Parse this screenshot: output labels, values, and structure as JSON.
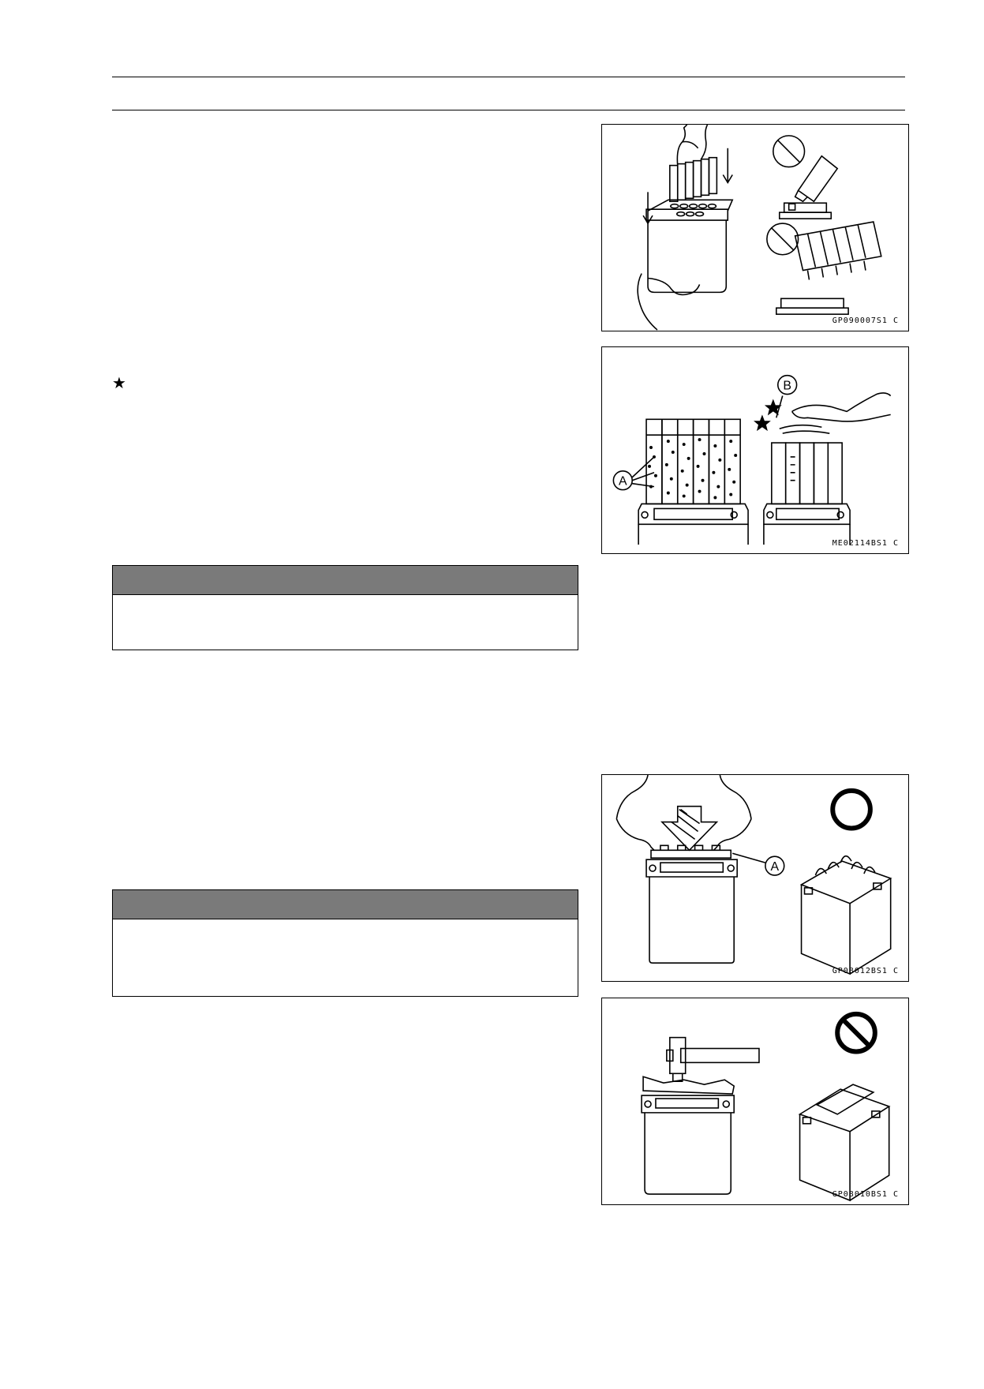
{
  "header": {
    "title": ""
  },
  "step_marker": "★",
  "figures": [
    {
      "code": "GP090007S1  C"
    },
    {
      "code": "ME02114BS1  C",
      "labels": [
        "A",
        "B"
      ]
    },
    {
      "code": "GP08012BS1  C",
      "labels": [
        "A"
      ]
    },
    {
      "code": "GP08010BS1  C"
    }
  ],
  "notices": [
    {
      "heading": "",
      "body": ""
    },
    {
      "heading": "",
      "body": ""
    }
  ],
  "colors": {
    "notice_bar": "#7a7a7a",
    "line": "#000000"
  }
}
